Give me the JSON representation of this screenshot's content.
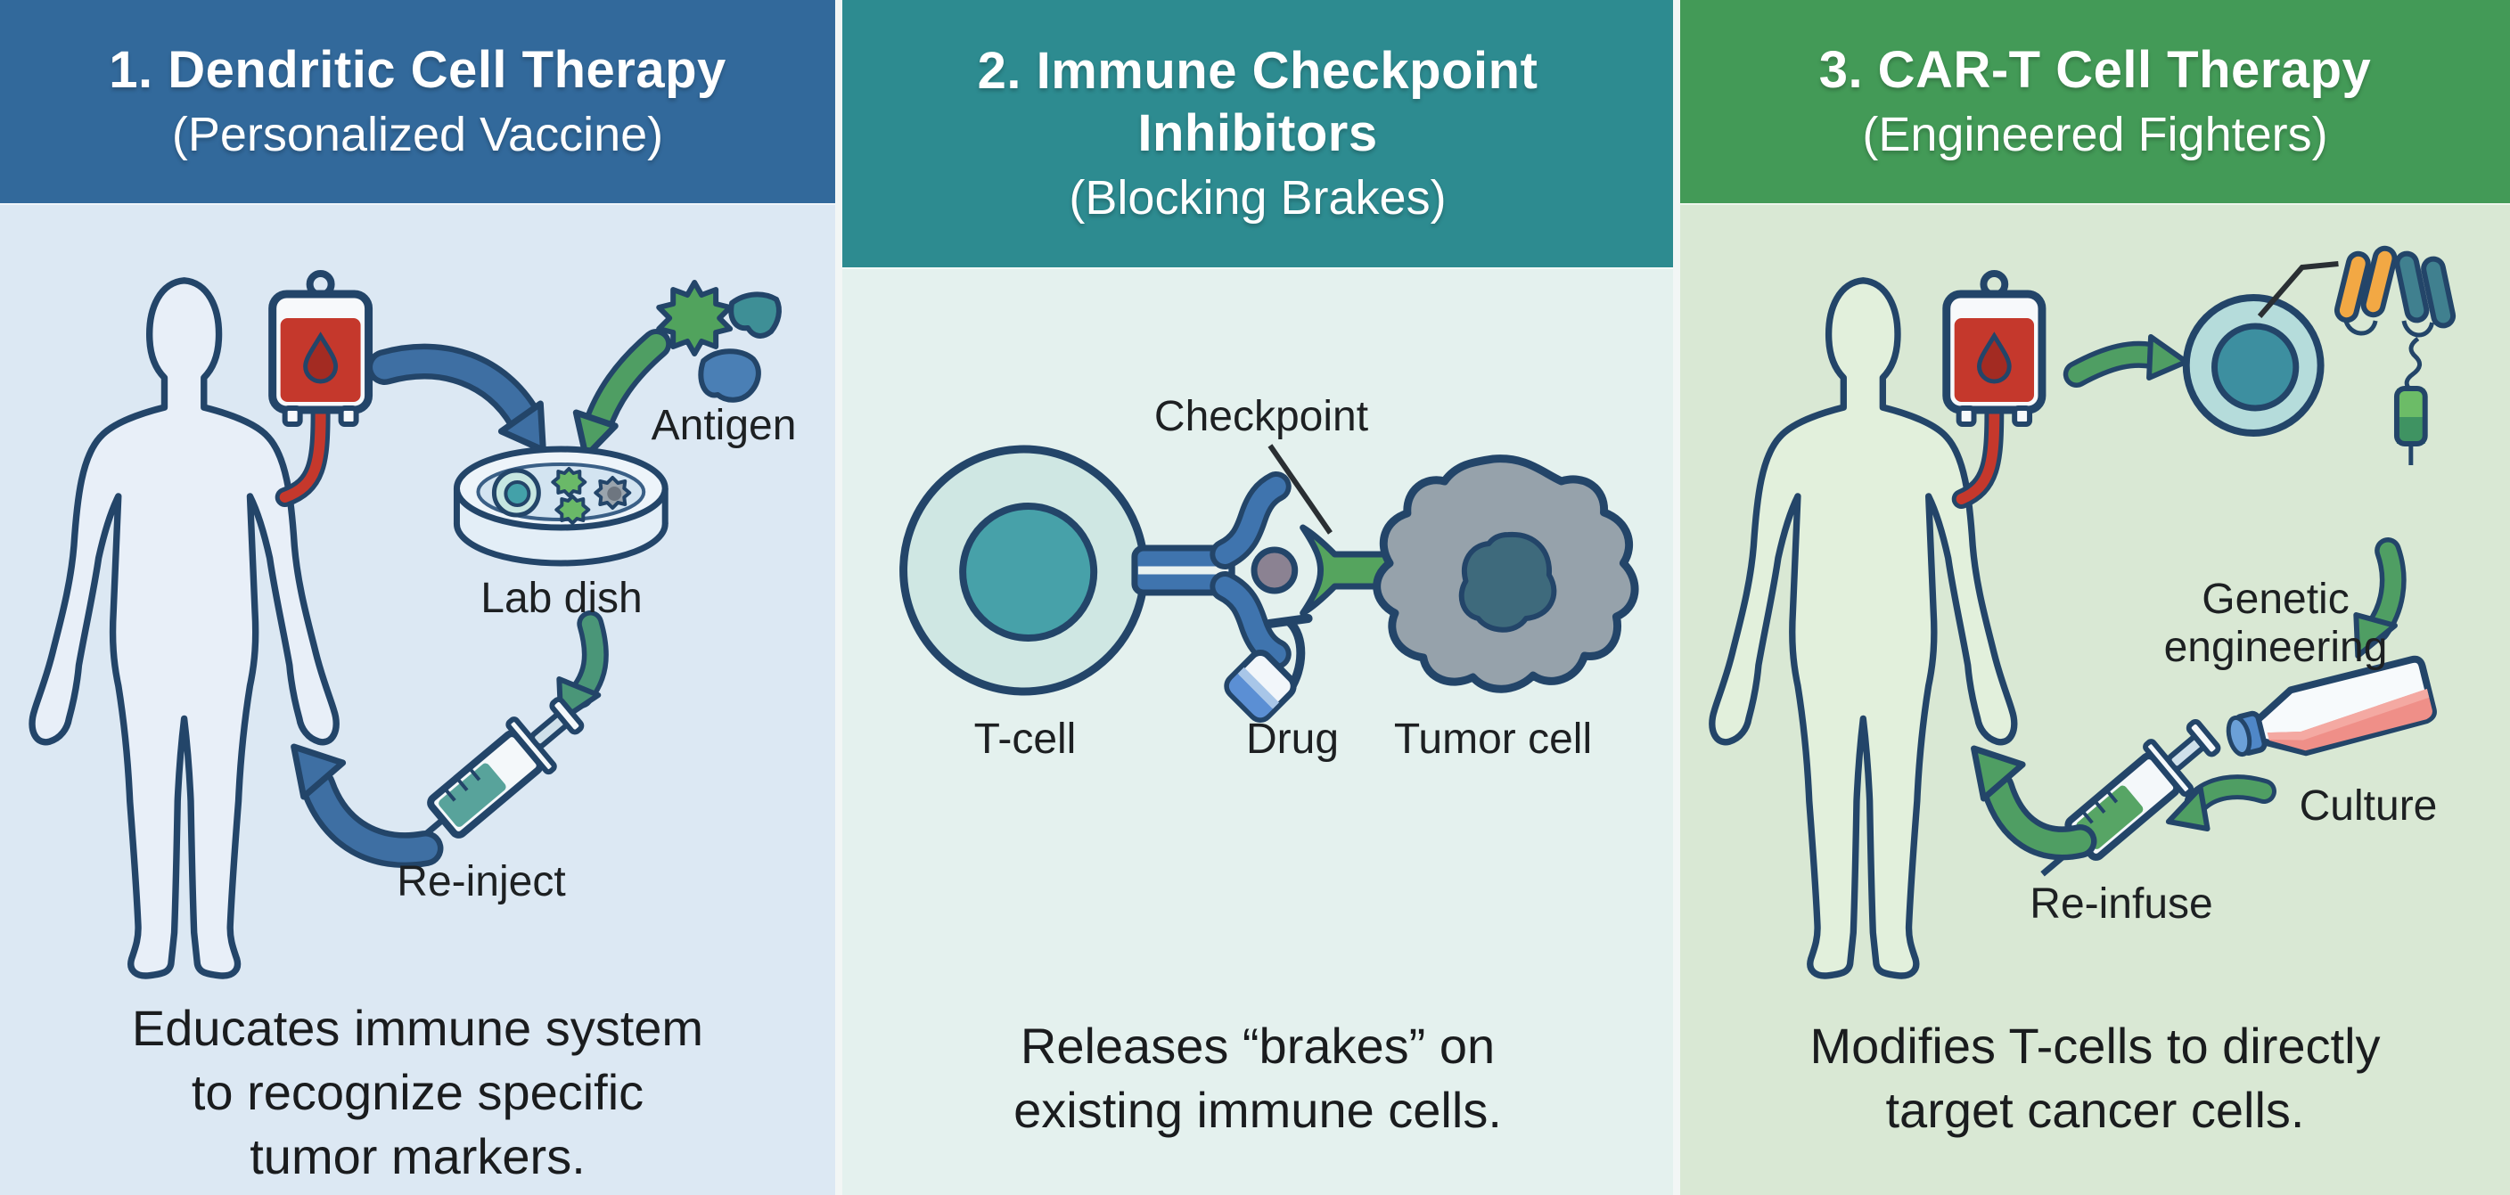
{
  "panels": [
    {
      "name": "dendritic-cell-therapy",
      "header": {
        "title_lines": [
          "1. Dendritic Cell Therapy"
        ],
        "subtitle": "(Personalized Vaccine)",
        "bg": "#32699b"
      },
      "labels": {
        "antigen": "Antigen",
        "lab_dish": "Lab dish",
        "reinject": "Re-inject"
      },
      "caption_lines": [
        "Educates immune system",
        "to recognize specific",
        "tumor markers."
      ],
      "icons": [
        "human-body-icon",
        "blood-bag-icon",
        "blood-drop-icon",
        "transfer-arrow-icon",
        "antigen-particles-icon",
        "petri-dish-icon",
        "syringe-icon",
        "return-arrow-icon"
      ],
      "colors": {
        "header_bg": "#32699b",
        "body_bg": "#dce8f3",
        "arrow_blue": "#3e6fa3",
        "arrow_green": "#4f9e63",
        "blood_red": "#c5382c",
        "outline_navy": "#234569"
      }
    },
    {
      "name": "immune-checkpoint-inhibitors",
      "header": {
        "title_lines": [
          "2. Immune Checkpoint",
          "Inhibitors"
        ],
        "subtitle": "(Blocking Brakes)",
        "bg": "#2d8b90"
      },
      "labels": {
        "checkpoint": "Checkpoint",
        "t_cell": "T-cell",
        "drug": "Drug",
        "tumor_cell": "Tumor cell"
      },
      "caption_lines": [
        "Releases “brakes” on",
        "existing immune cells."
      ],
      "icons": [
        "t-cell-icon",
        "receptor-y-icon",
        "drug-molecule-icon",
        "drug-diamond-icon",
        "checkpoint-ligand-icon",
        "tumor-cell-icon",
        "inhibition-arc-icon",
        "pointer-line-icon"
      ],
      "colors": {
        "header_bg": "#2d8b90",
        "body_bg": "#e4f1ee",
        "t_cell_teal": "#47a1a9",
        "receptor_blue": "#3f74ae",
        "checkpoint_green": "#55a45e",
        "tumor_gray": "#96a2ab",
        "drug_gray": "#8b8292"
      }
    },
    {
      "name": "car-t-cell-therapy",
      "header": {
        "title_lines": [
          "3. CAR-T Cell Therapy"
        ],
        "subtitle": "(Engineered Fighters)",
        "bg": "#439a57"
      },
      "labels": {
        "genetic_lines": [
          "Genetic",
          "engineering"
        ],
        "culture": "Culture",
        "reinfuse": "Re-infuse"
      },
      "caption_lines": [
        "Modifies T-cells to directly",
        "target cancer cells."
      ],
      "icons": [
        "human-body-icon",
        "blood-bag-icon",
        "t-cell-icon",
        "car-receptor-icon",
        "pointer-line-icon",
        "culture-flask-icon",
        "syringe-icon",
        "return-arrow-icon"
      ],
      "colors": {
        "header_bg": "#439a57",
        "body_bg": "#d9e8d4",
        "arrow_green": "#4f9e63",
        "flask_pink": "#ef8f88",
        "flask_cap_blue": "#4f87c7",
        "rod_orange": "#f2a844",
        "rod_teal": "#40808f",
        "rod_green": "#56ab5f"
      }
    }
  ]
}
